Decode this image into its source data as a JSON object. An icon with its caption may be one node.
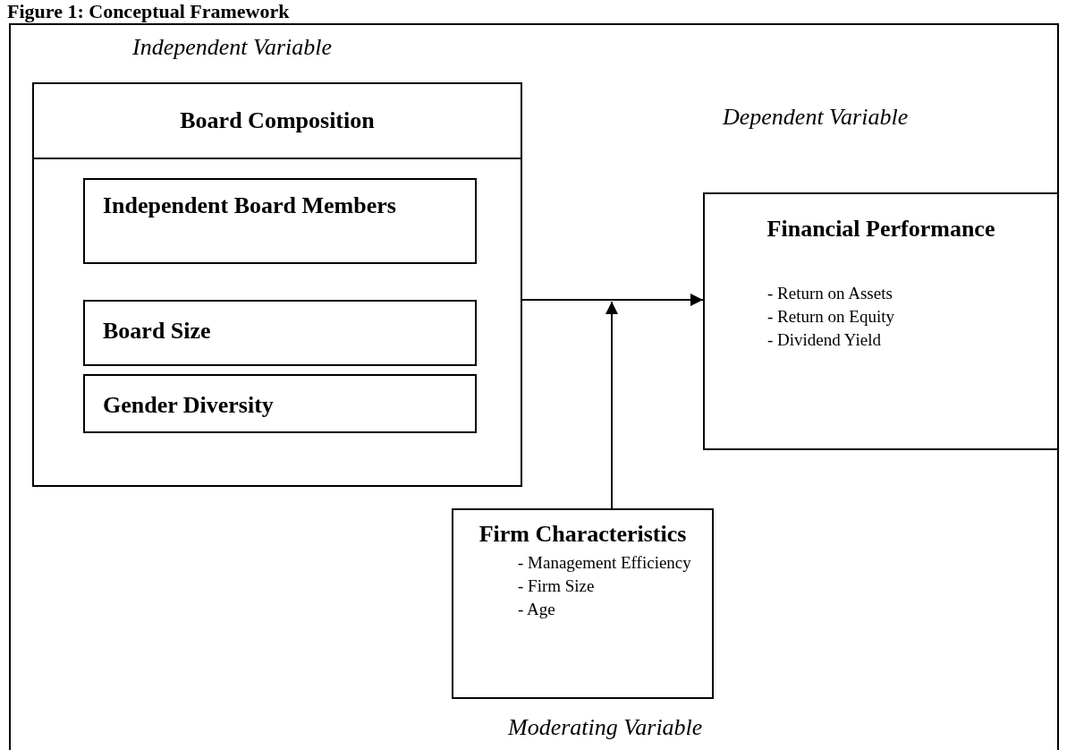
{
  "diagram": {
    "title": "Figure 1: Conceptual Framework",
    "nodes": [
      {
        "text": [
          "Board Composition"
        ],
        "beside": [
          "Independent Variable"
        ]
      },
      {
        "text": [
          "Independent Board Members"
        ],
        "in": 0
      },
      {
        "text": [
          "Board Size"
        ],
        "in": 0
      },
      {
        "text": [
          "Gender Diversity"
        ],
        "in": 0
      },
      {
        "text": [
          "Financial Performance",
          "- Return on Assets",
          "- Return on Equity",
          "- Dividend Yield"
        ],
        "beside": [
          "Dependent Variable"
        ]
      },
      {
        "text": [
          "Firm Characteristics",
          "- Management Efficiency",
          "- Firm Size",
          "- Age"
        ],
        "beside": [
          "Moderating Variable"
        ]
      }
    ],
    "edges": [
      {
        "from": 0,
        "to": 4,
        "arrow": "to"
      },
      {
        "from": 5,
        "to": null,
        "arrow": "to"
      }
    ]
  }
}
